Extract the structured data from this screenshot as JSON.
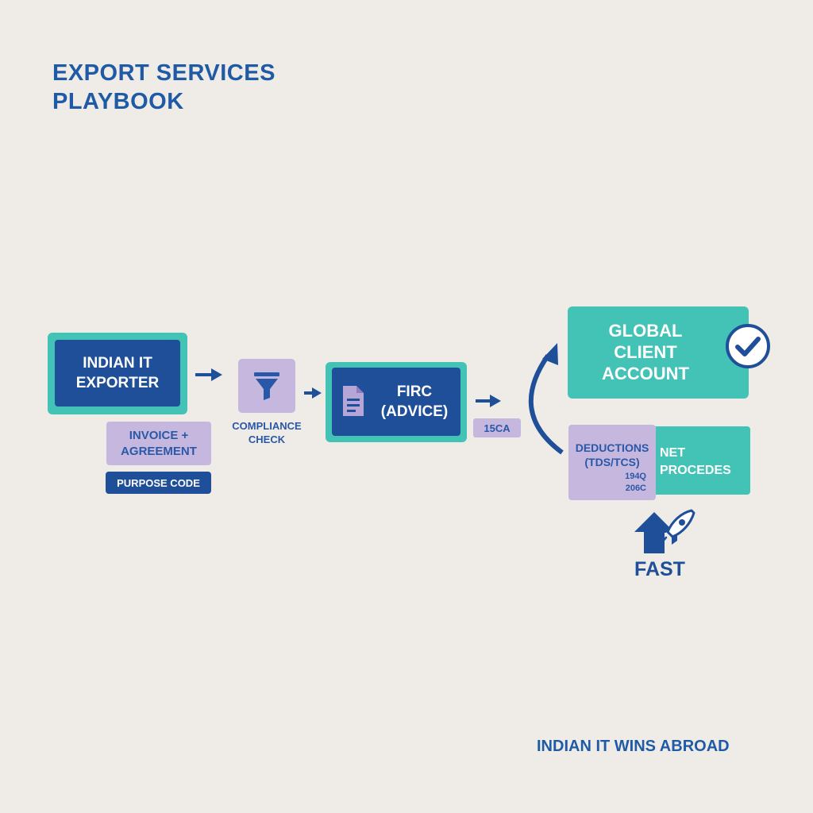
{
  "header": {
    "title_line1": "EXPORT SERVICES",
    "title_line2": "PLAYBOOK"
  },
  "exporter": {
    "line1": "INDIAN IT",
    "line2": "EXPORTER",
    "invoice_line1": "INVOICE +",
    "invoice_line2": "AGREEMENT",
    "purpose_code": "PURPOSE CODE"
  },
  "compliance": {
    "line1": "COMPLIANCE",
    "line2": "CHECK",
    "icon": "funnel-icon"
  },
  "firc": {
    "line1": "FIRC",
    "line2": "(ADVICE)",
    "icon": "document-icon"
  },
  "form_15ca": "15CA",
  "global_client": {
    "line1": "GLOBAL",
    "line2": "CLIENT",
    "line3": "ACCOUNT",
    "icon": "check-circle-icon"
  },
  "deductions": {
    "line1": "DEDUCTIONS",
    "line2": "(TDS/TCS)",
    "section1": "194Q",
    "section2": "206C"
  },
  "net_proceeds": {
    "line1": "NET",
    "line2": "PROCEDES"
  },
  "fast": {
    "label": "FAST",
    "icons": [
      "up-arrow-icon",
      "rocket-icon"
    ]
  },
  "footer": "INDIAN IT WINS ABROAD",
  "colors": {
    "background": "#efece7",
    "navy": "#1e4f98",
    "teal": "#43c2b6",
    "lavender": "#c6b7df"
  }
}
